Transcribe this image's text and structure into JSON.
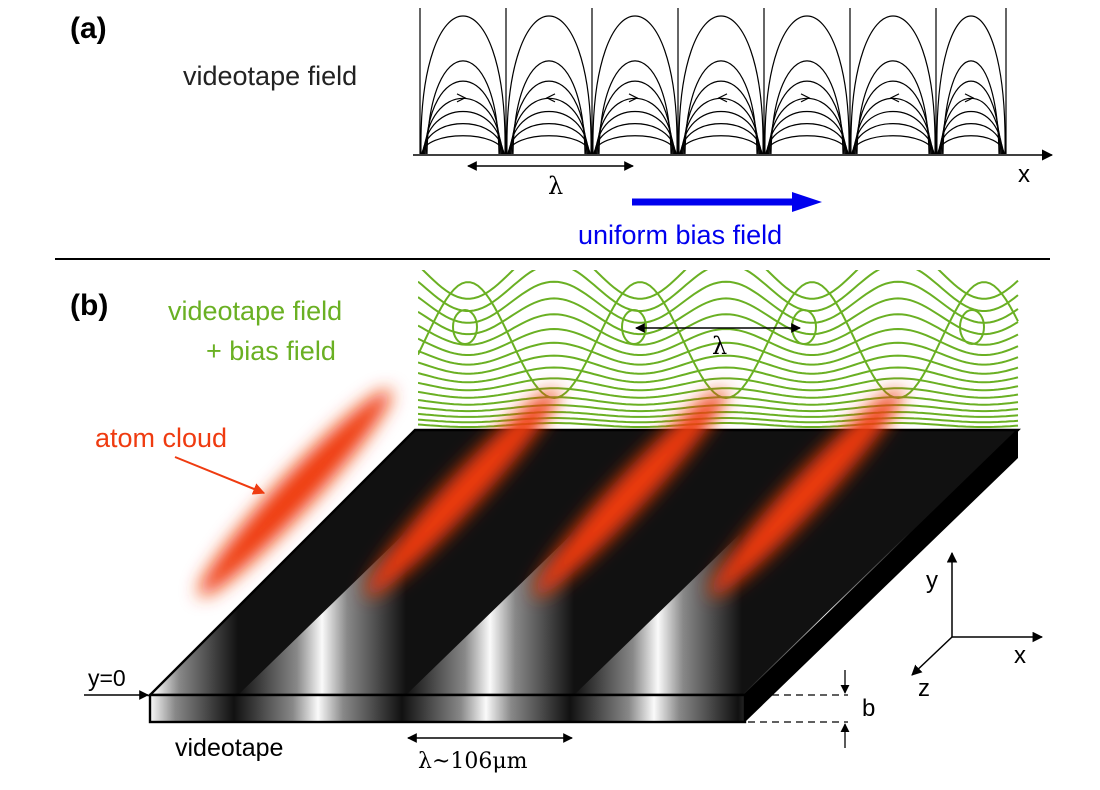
{
  "panel_a": {
    "label": "(a)",
    "field_label": "videotape field",
    "lambda_label": "λ",
    "x_axis_label": "x",
    "bias_label": "uniform bias field",
    "bias_color": "#0000ee"
  },
  "panel_b": {
    "label": "(b)",
    "field_label_line1": "videotape field",
    "field_label_line2": "+ bias field",
    "field_color": "#6ab023",
    "lambda_label": "λ",
    "atom_label": "atom cloud",
    "atom_color": "#ef3b10",
    "y0_label": "y=0",
    "tape_label": "videotape",
    "period_label": "λ~106μm",
    "thickness_label": "b",
    "axes": {
      "y": "y",
      "x": "x",
      "z": "z"
    }
  }
}
